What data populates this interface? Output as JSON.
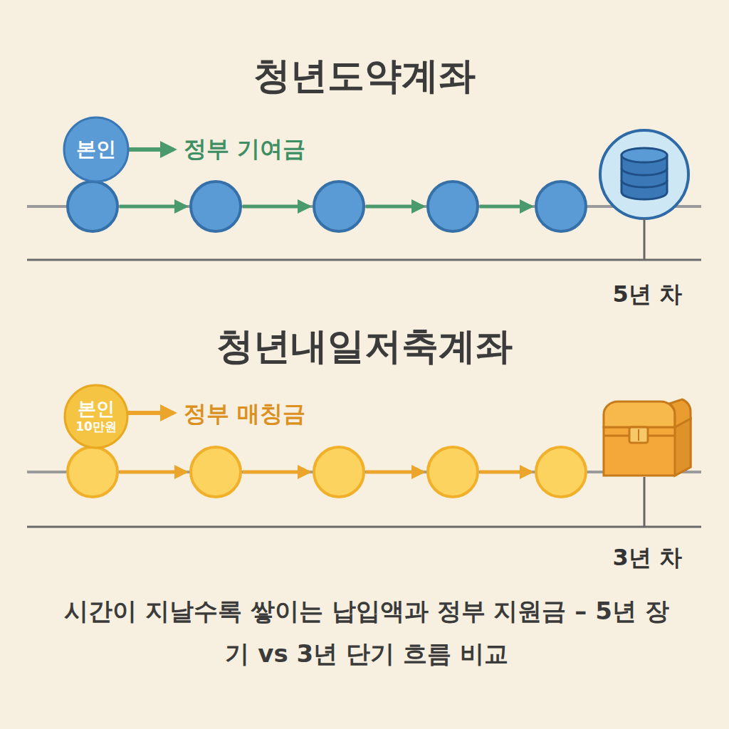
{
  "diagram": {
    "title": "청년도약계좌",
    "caption": "시간이 지날수록 쌓이는 납입액과 정부 지원금 – 5년 장기 vs 3년 단기 흐름 비교",
    "nodes": [
      {
        "text": [
          "본인"
        ]
      },
      {
        "text": [
          "본인",
          "10만원"
        ]
      }
    ],
    "labels": [
      "정부 기여금",
      "5년 차",
      "청년내일저축계좌",
      "정부 매칭금",
      "3년 차"
    ]
  }
}
